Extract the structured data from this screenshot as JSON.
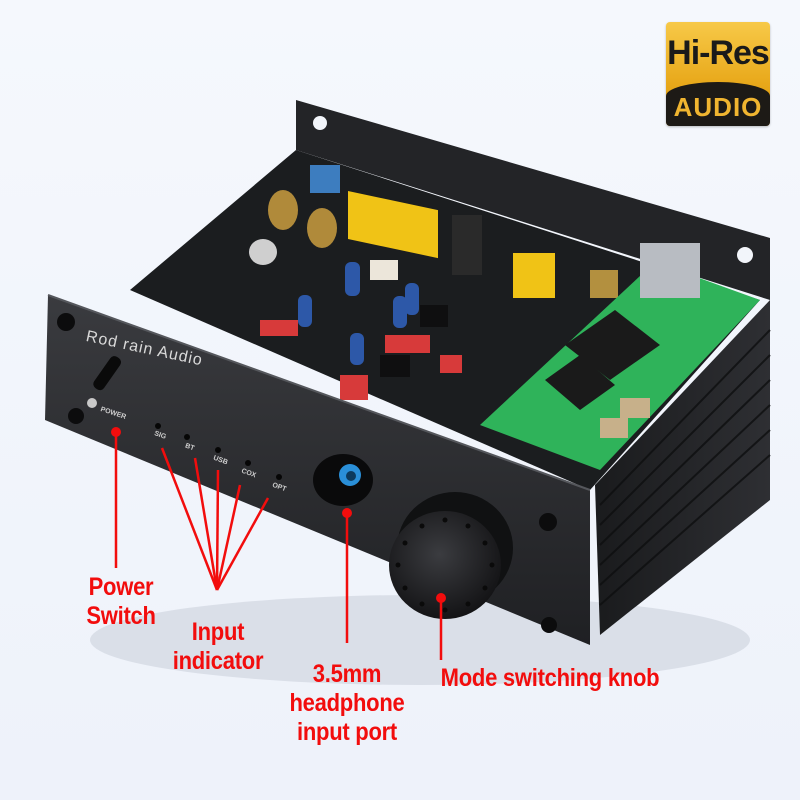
{
  "badge": {
    "line1": "Hi-Res",
    "line2": "AUDIO"
  },
  "device": {
    "brand": "Rod rain Audio",
    "power_label": "POWER",
    "indicators": [
      "SIG",
      "BT",
      "USB",
      "COX",
      "OPT"
    ]
  },
  "annotations": {
    "power_switch": [
      "Power",
      "Switch"
    ],
    "input_indicator": [
      "Input",
      "indicator"
    ],
    "headphone_port": [
      "3.5mm",
      "headphone",
      "input port"
    ],
    "mode_knob": "Mode switching knob"
  },
  "colors": {
    "annotation": "#f20d0d",
    "chassis": "#2a2b2e",
    "pcb": "#1b1d1f",
    "usb_board": "#2fb35a",
    "badge_gold": "#f0b530"
  }
}
